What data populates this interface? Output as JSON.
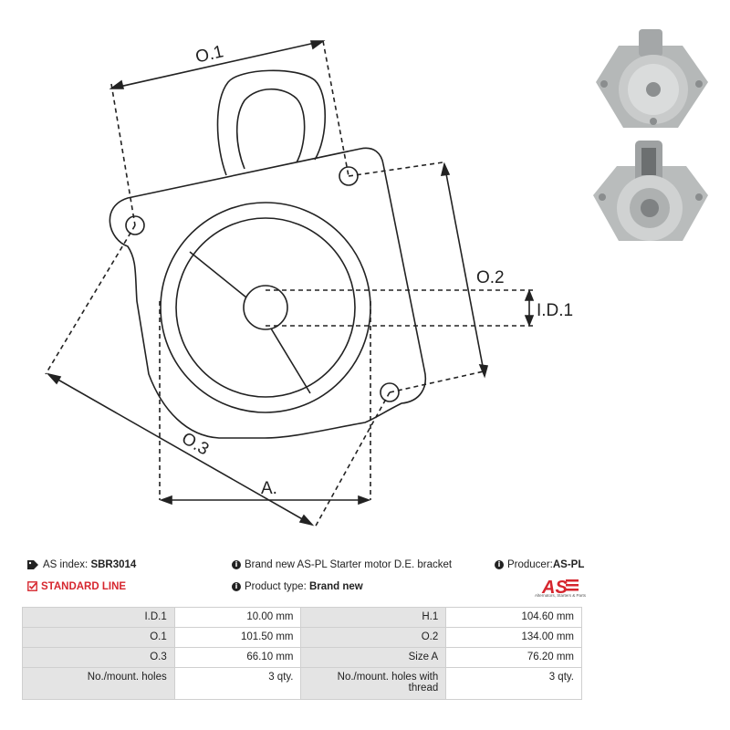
{
  "drawing": {
    "labels": {
      "o1": "O.1",
      "o2": "O.2",
      "o3": "O.3",
      "a": "A.",
      "id1": "I.D.1"
    }
  },
  "photos": [
    {
      "name": "bracket-photo-front"
    },
    {
      "name": "bracket-photo-back"
    }
  ],
  "info": {
    "index_label": "AS index:",
    "index_value": "SBR3014",
    "line_label": "STANDARD LINE",
    "description": "Brand new AS-PL Starter motor D.E. bracket",
    "type_label": "Product type:",
    "type_value": "Brand new",
    "producer_label": "Producer:",
    "producer_value": "AS-PL",
    "icons": {
      "index": "tag-icon",
      "line": "checkbox-icon",
      "info": "info-icon"
    }
  },
  "logo": {
    "text": "AS",
    "tagline": "Alternators, Starters & Parts",
    "color": "#d6262e"
  },
  "specs": [
    [
      "I.D.1",
      "10.00 mm",
      "H.1",
      "104.60 mm"
    ],
    [
      "O.1",
      "101.50 mm",
      "O.2",
      "134.00 mm"
    ],
    [
      "O.3",
      "66.10 mm",
      "Size A",
      "76.20 mm"
    ],
    [
      "No./mount. holes",
      "3 qty.",
      "No./mount. holes with thread",
      "3 qty."
    ]
  ]
}
